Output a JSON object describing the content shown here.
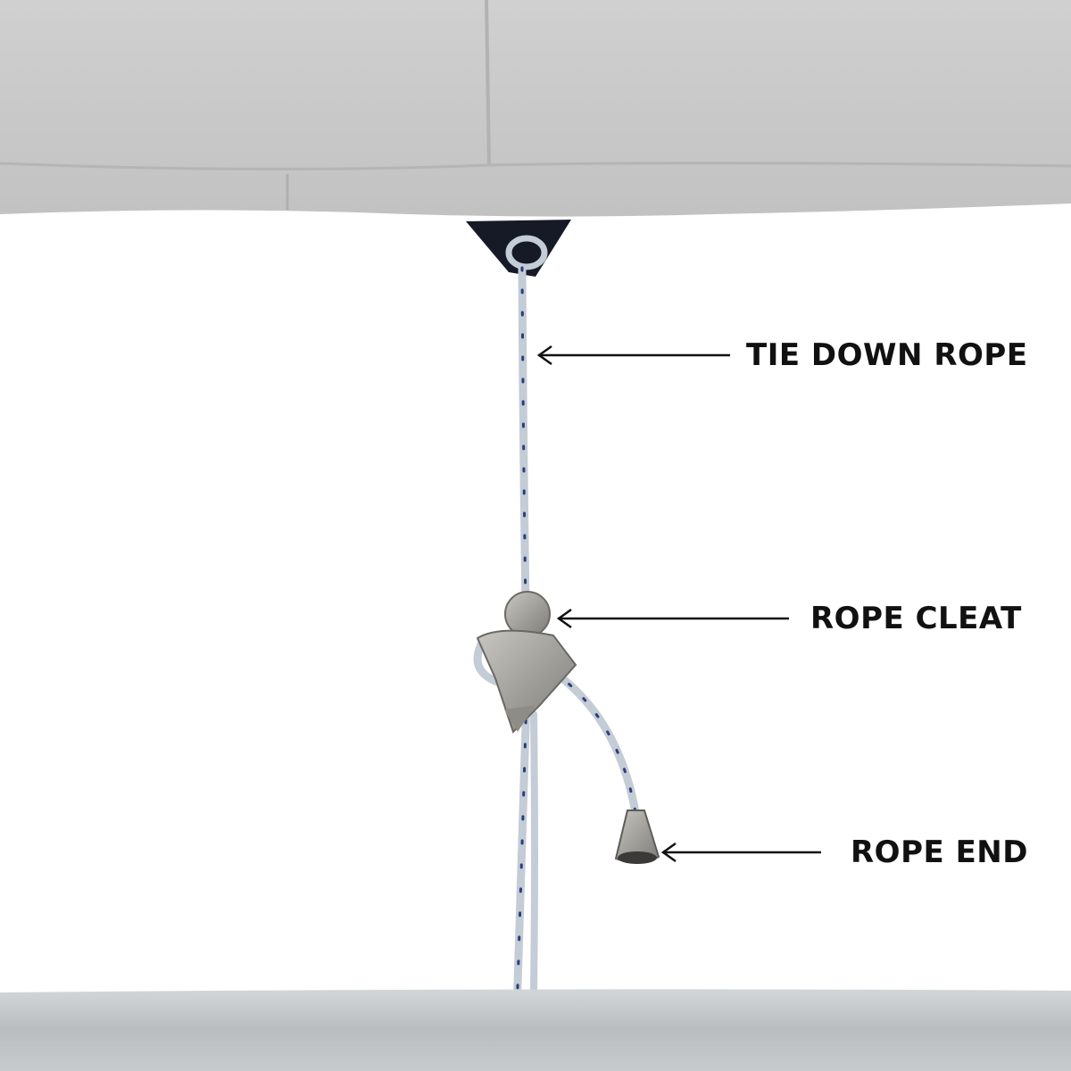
{
  "labels": {
    "tie_down_rope": "TIE DOWN ROPE",
    "rope_cleat": "ROPE CLEAT",
    "rope_end": "ROPE END"
  },
  "colors": {
    "cover": "#c9c9c9",
    "rope": "#c4ccd6",
    "rope_fleck": "#2a3f7a",
    "metal": "#9c9c98",
    "bar": "#c2c6c8",
    "text": "#111111"
  }
}
